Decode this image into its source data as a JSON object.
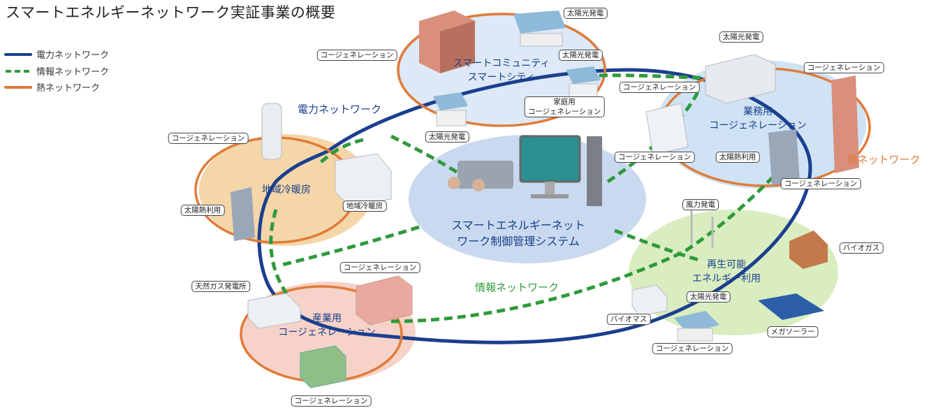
{
  "title": "スマートエネルギーネットワーク実証事業の概要",
  "legend": [
    {
      "label": "電力ネットワーク",
      "color": "#1b3f8f",
      "style": "solid"
    },
    {
      "label": "情報ネットワーク",
      "color": "#2f9a3a",
      "style": "dashed"
    },
    {
      "label": "熱ネットワーク",
      "color": "#e07b39",
      "style": "solid"
    }
  ],
  "network_labels": {
    "power": "電力ネットワーク",
    "info": "情報ネットワーク",
    "heat": "熱ネットワーク"
  },
  "colors": {
    "power": "#1b3f8f",
    "info": "#2f9a3a",
    "heat": "#e07b39",
    "control_blob": "#c9d9ef",
    "community_blob": "#dde9f6",
    "business_blob": "#cfe3f4",
    "district_blob": "#f4d6a8",
    "industrial_blob": "#f6d2c8",
    "renewable_blob": "#d9edc0"
  },
  "clusters": {
    "community": [
      "スマートコミュニティ",
      "スマートシティ"
    ],
    "business": [
      "業務用",
      "コージェネレーション"
    ],
    "district": [
      "地域冷暖房"
    ],
    "industrial": [
      "産業用",
      "コージェネレーション"
    ],
    "renewable": [
      "再生可能",
      "エネルギー利用"
    ],
    "control": [
      "スマートエネルギーネット",
      "ワーク制御管理システム"
    ]
  },
  "facility_labels": {
    "cogen_community": "コージェネレーション",
    "solar_community_top": "太陽光発電",
    "solar_community_mid": "太陽光発電",
    "home_cogen_line1": "家庭用",
    "home_cogen_line2": "コージェネレーション",
    "solar_community_bottom": "太陽光発電",
    "solar_business": "太陽光発電",
    "cogen_business_right": "コージェネレーション",
    "cogen_business_left": "コージェネレーション",
    "cogen_business_mid": "コージェネレーション",
    "solar_heat_business": "太陽熱利用",
    "cogen_business_bottom": "コージェネレーション",
    "cogen_district": "コージェネレーション",
    "district_heating": "地域冷暖房",
    "solar_heat_district": "太陽熱利用",
    "gas_power_plant": "天然ガス発電所",
    "cogen_industrial_top": "コージェネレーション",
    "cogen_industrial_bottom": "コージェネレーション",
    "wind_power": "風力発電",
    "biogas": "バイオガス",
    "solar_renewable": "太陽光発電",
    "biomass": "バイオマス",
    "mega_solar": "メガソーラー",
    "cogen_renewable": "コージェネレーション"
  }
}
